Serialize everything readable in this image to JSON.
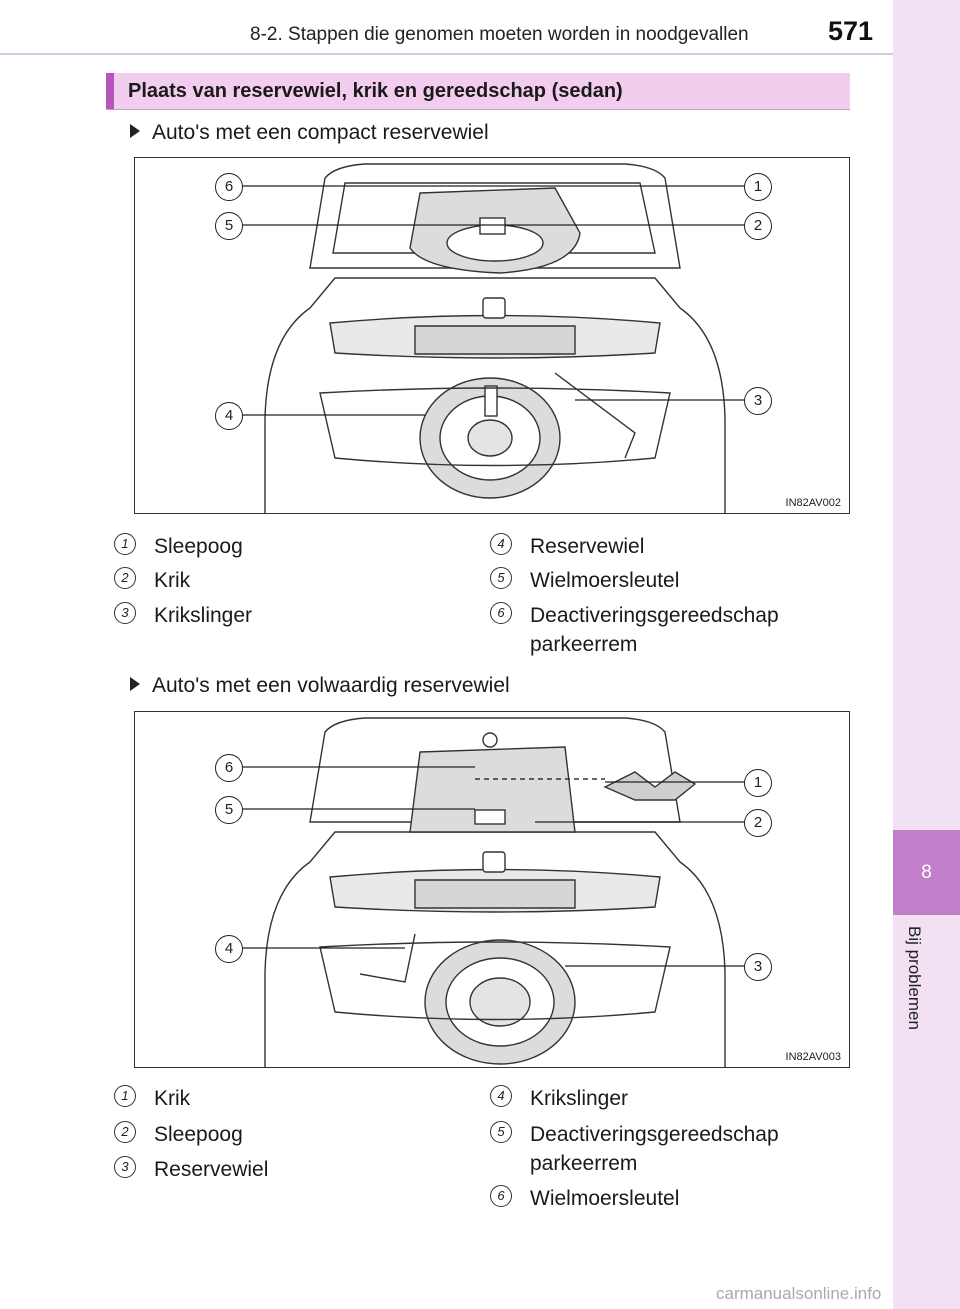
{
  "header": {
    "section": "8-2. Stappen die genomen moeten worden in noodgevallen",
    "page_number": "571"
  },
  "side_tab": {
    "chapter_number": "8",
    "chapter_label": "Bij problemen"
  },
  "heading": "Plaats van reservewiel, krik en gereedschap (sedan)",
  "figures": [
    {
      "bullet": "Auto's met een compact reservewiel",
      "code": "IN82AV002",
      "callouts": [
        "1",
        "2",
        "3",
        "4",
        "5",
        "6"
      ],
      "legend": [
        {
          "num": "1",
          "text": "Sleepoog"
        },
        {
          "num": "2",
          "text": "Krik"
        },
        {
          "num": "3",
          "text": "Krikslinger"
        },
        {
          "num": "4",
          "text": "Reservewiel"
        },
        {
          "num": "5",
          "text": "Wielmoersleutel"
        },
        {
          "num": "6",
          "text": "Deactiveringsgereedschap parkeerrem"
        }
      ]
    },
    {
      "bullet": "Auto's met een volwaardig reservewiel",
      "code": "IN82AV003",
      "callouts": [
        "1",
        "2",
        "3",
        "4",
        "5",
        "6"
      ],
      "legend": [
        {
          "num": "1",
          "text": "Krik"
        },
        {
          "num": "2",
          "text": "Sleepoog"
        },
        {
          "num": "3",
          "text": "Reservewiel"
        },
        {
          "num": "4",
          "text": "Krikslinger"
        },
        {
          "num": "5",
          "text": "Deactiveringsgereedschap parkeerrem"
        },
        {
          "num": "6",
          "text": "Wielmoersleutel"
        }
      ]
    }
  ],
  "watermark": "carmanualsonline.info"
}
